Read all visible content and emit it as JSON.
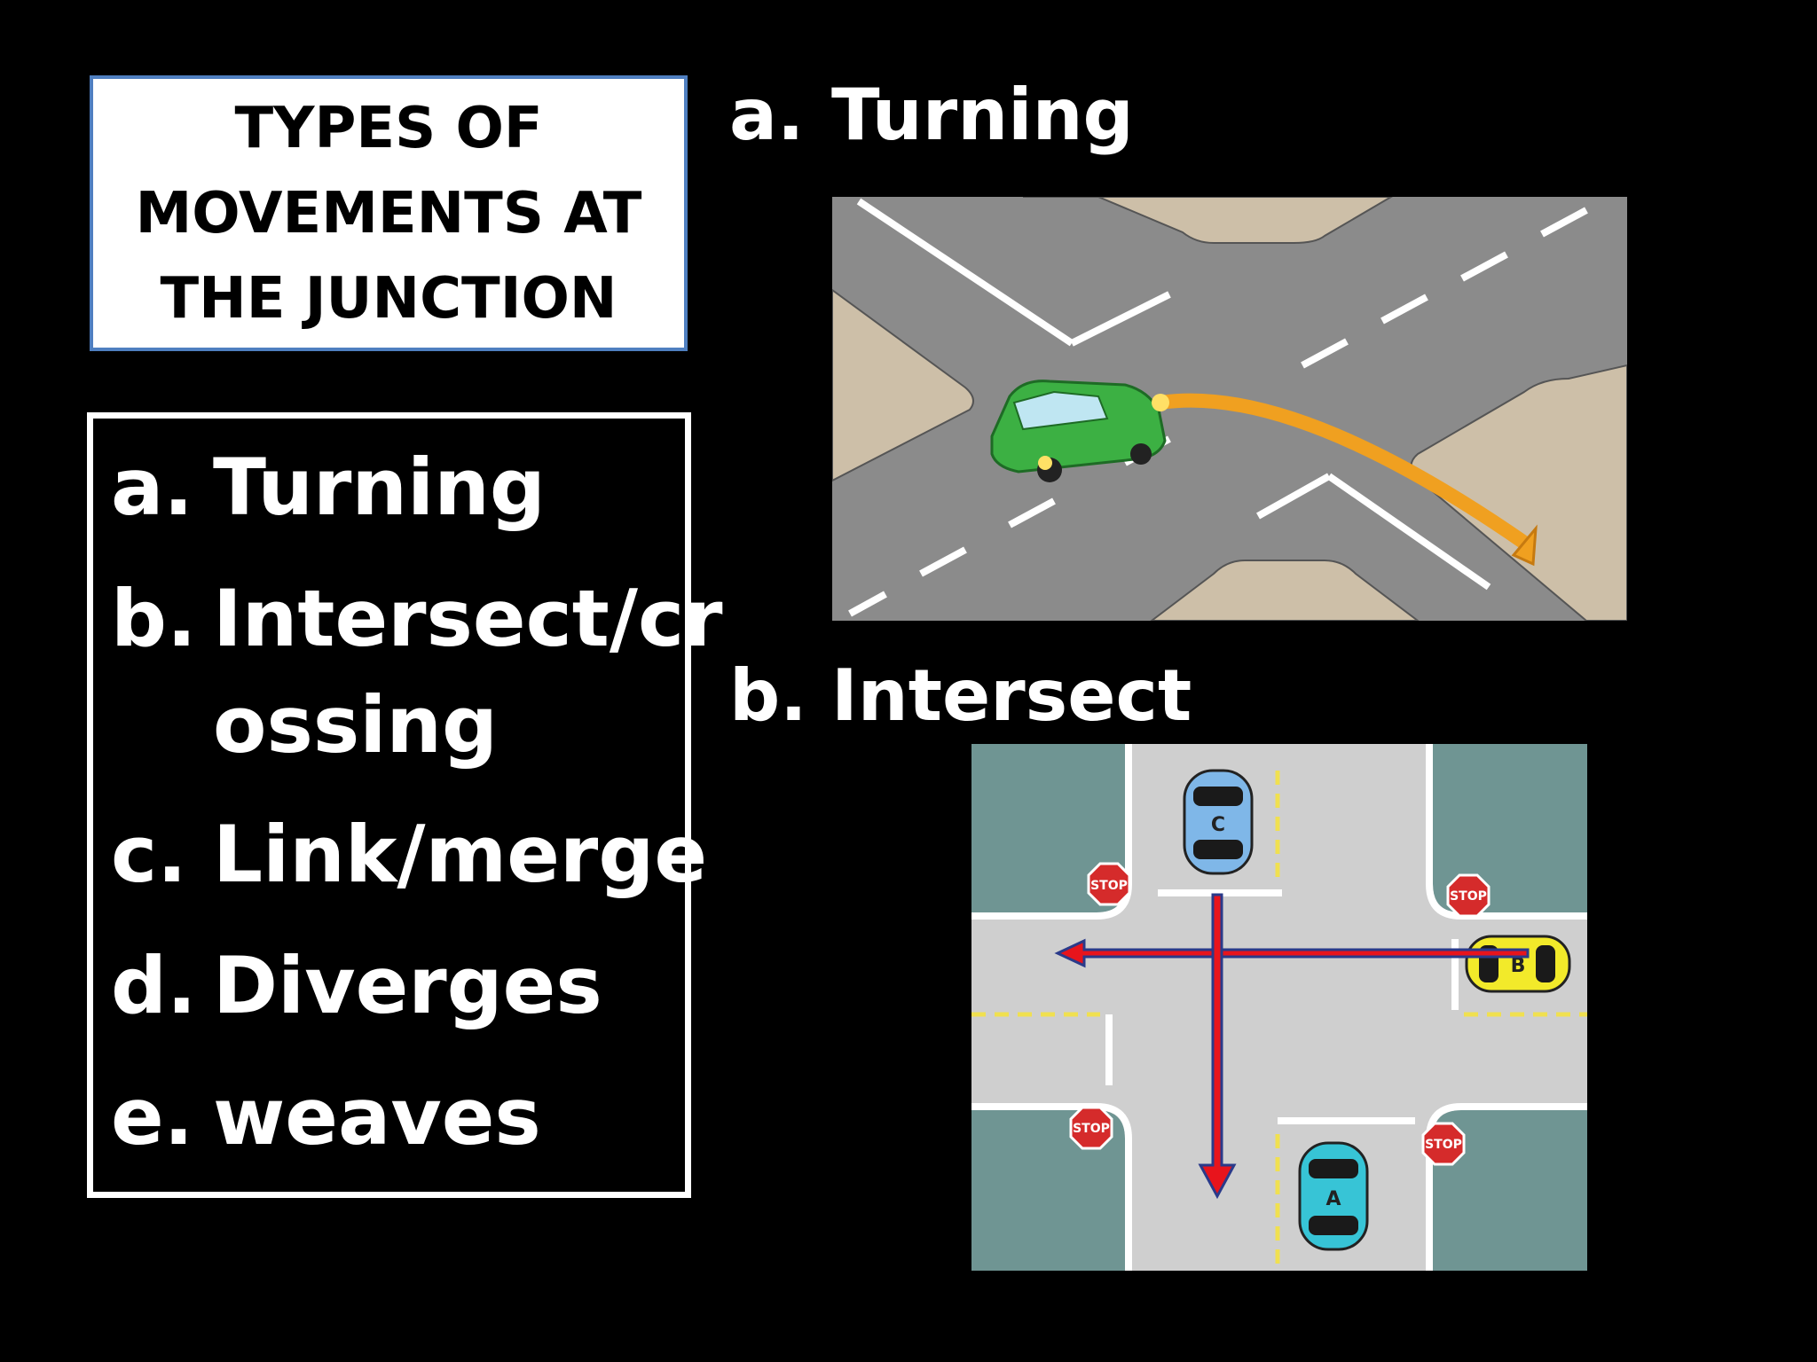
{
  "title": {
    "lines": [
      "TYPES OF",
      "MOVEMENTS AT",
      "THE  JUNCTION"
    ]
  },
  "list": {
    "items": [
      {
        "marker": "a.",
        "text": "Turning"
      },
      {
        "marker": "b.",
        "text": "Intersect/cr",
        "text2": "ossing"
      },
      {
        "marker": "c.",
        "text": "Link/merge"
      },
      {
        "marker": "d.",
        "text": "Diverges"
      },
      {
        "marker": "e.",
        "text": "weaves"
      }
    ]
  },
  "section_a": {
    "marker": "a.",
    "label": "Turning"
  },
  "section_b": {
    "marker": "b.",
    "label": "Intersect"
  },
  "intersection": {
    "cars": [
      "C",
      "B",
      "A"
    ],
    "signs": [
      "STOP",
      "STOP",
      "STOP",
      "STOP"
    ]
  },
  "colors": {
    "background": "#000000",
    "title_border": "#4f7fc0",
    "road": "#8b8b8b",
    "sidewalk": "#cdbfa8",
    "turn_car": "#3cb043",
    "turn_arrow": "#f0a020",
    "intersection_road": "#cfcfcf",
    "intersection_corner": "#6f9593",
    "red_arrow": "#e8141c",
    "red_arrow_outline": "#2a3a8a"
  }
}
